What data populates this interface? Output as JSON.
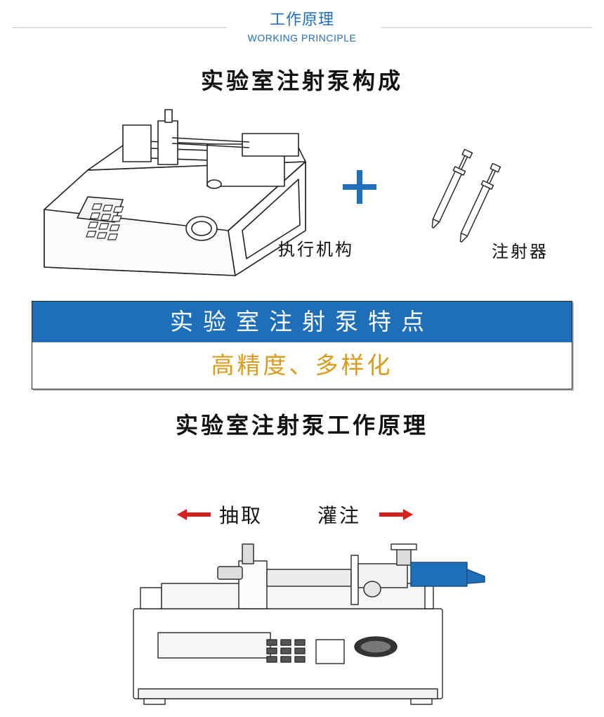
{
  "header": {
    "title": "工作原理",
    "subtitle": "WORKING PRINCIPLE"
  },
  "composition": {
    "title": "实验室注射泵构成",
    "pump_caption": "执行机构",
    "plus_symbol": "+",
    "syringe_caption": "注射器"
  },
  "features": {
    "heading": "实验室注射泵特点",
    "text": "高精度、多样化"
  },
  "principle": {
    "title": "实验室注射泵工作原理",
    "withdraw_label": "抽取",
    "infuse_label": "灌注"
  },
  "colors": {
    "brand_blue": "#1e6fb8",
    "gold": "#d79b1d",
    "arrow_red": "#d62020"
  }
}
